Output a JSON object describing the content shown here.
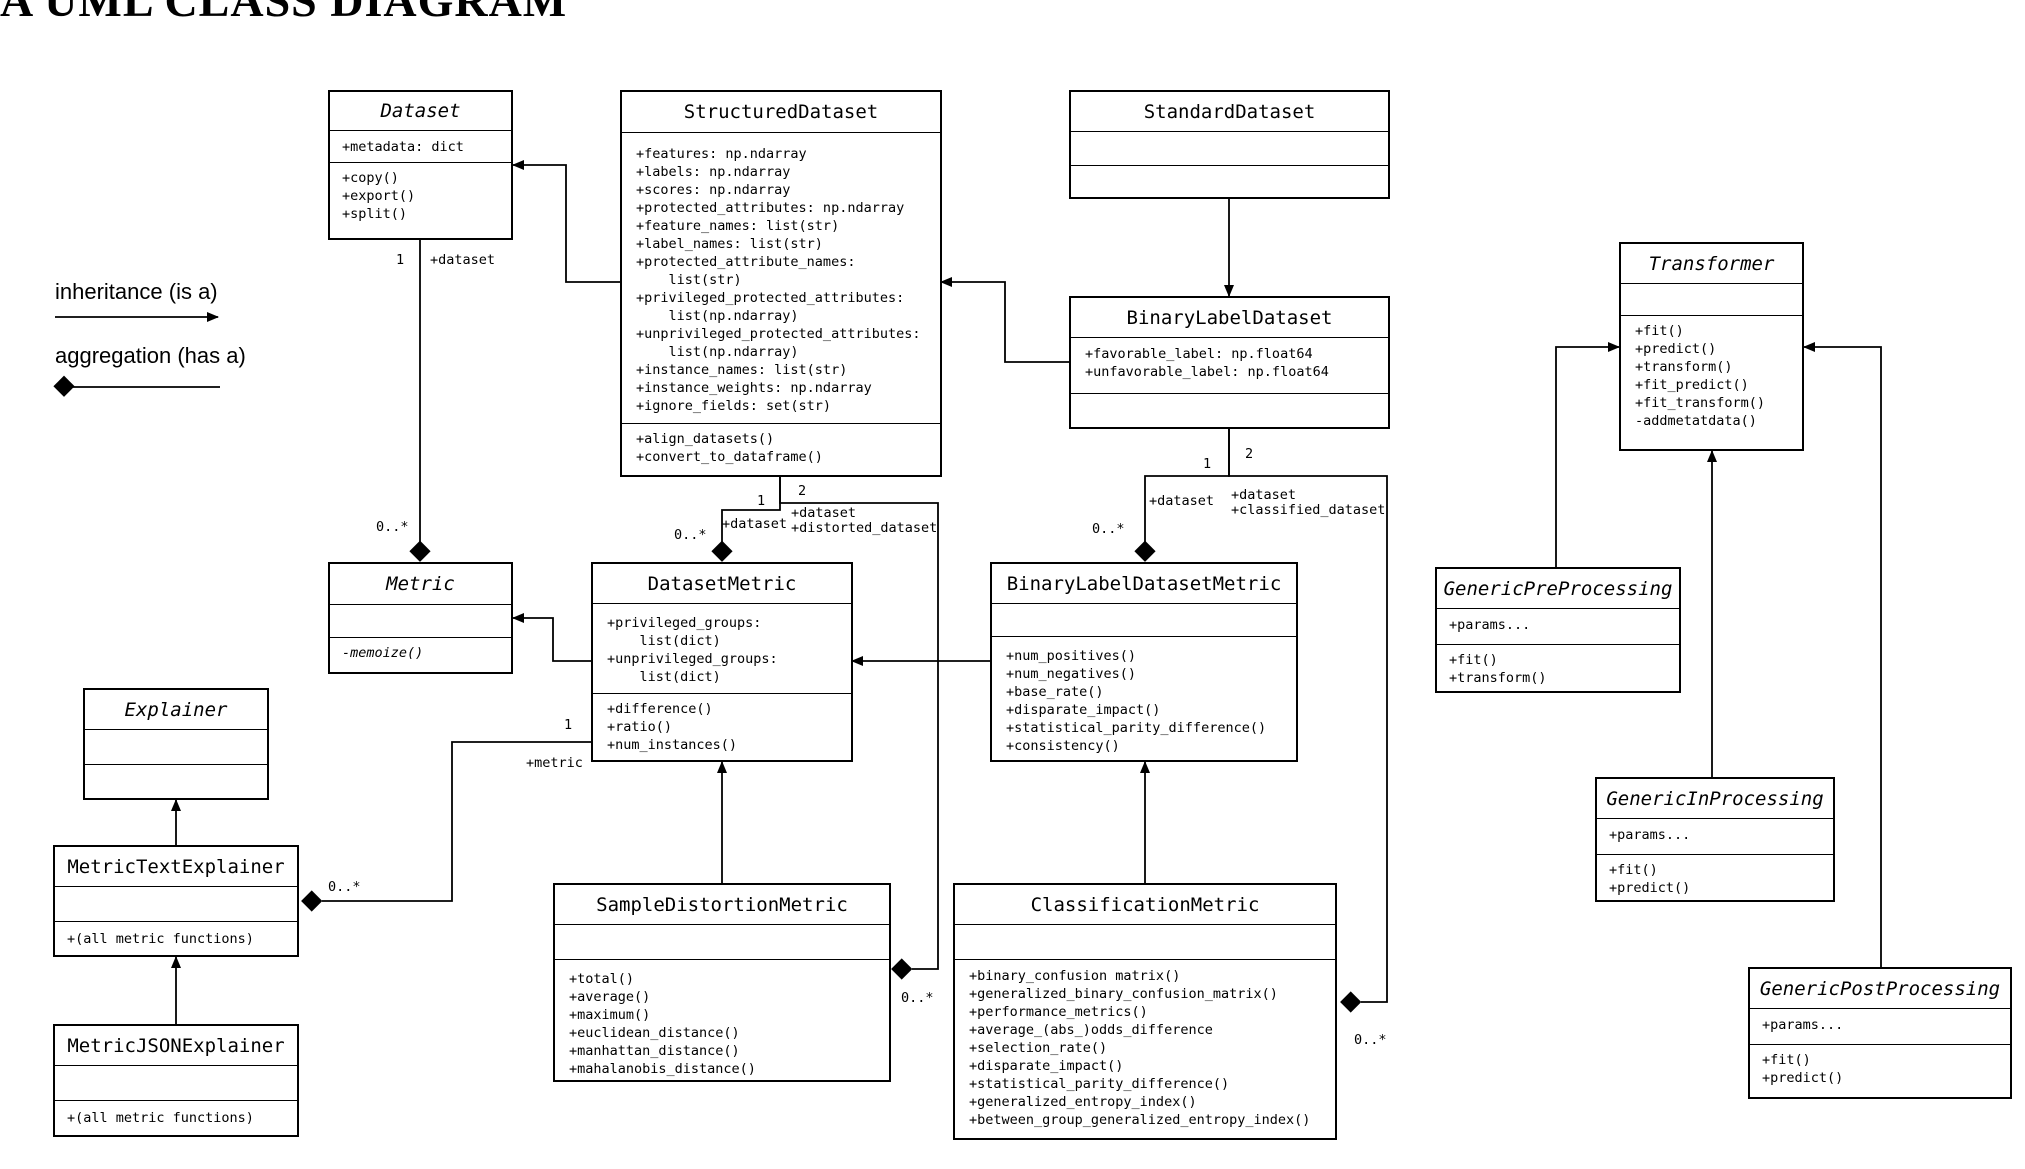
{
  "heading": "A   UML CLASS DIAGRAM",
  "legend": {
    "inheritance": "inheritance (is a)",
    "aggregation": "aggregation (has a)"
  },
  "classes": {
    "dataset": {
      "name": "Dataset",
      "attributes": "+metadata: dict",
      "methods": "+copy()\n+export()\n+split()"
    },
    "structured_dataset": {
      "name": "StructuredDataset",
      "attributes": "+features: np.ndarray\n+labels: np.ndarray\n+scores: np.ndarray\n+protected_attributes: np.ndarray\n+feature_names: list(str)\n+label_names: list(str)\n+protected_attribute_names:\n    list(str)\n+privileged_protected_attributes:\n    list(np.ndarray)\n+unprivileged_protected_attributes:\n    list(np.ndarray)\n+instance_names: list(str)\n+instance_weights: np.ndarray\n+ignore_fields: set(str)",
      "methods": "+align_datasets()\n+convert_to_dataframe()"
    },
    "standard_dataset": {
      "name": "StandardDataset",
      "attributes": "",
      "methods": ""
    },
    "binary_label_dataset": {
      "name": "BinaryLabelDataset",
      "attributes": "+favorable_label: np.float64\n+unfavorable_label: np.float64",
      "methods": ""
    },
    "transformer": {
      "name": "Transformer",
      "attributes": "",
      "methods": "+fit()\n+predict()\n+transform()\n+fit_predict()\n+fit_transform()\n-addmetatdata()"
    },
    "metric": {
      "name": "Metric",
      "attributes": "",
      "methods": "-memoize()"
    },
    "dataset_metric": {
      "name": "DatasetMetric",
      "attributes": "+privileged_groups:\n    list(dict)\n+unprivileged_groups:\n    list(dict)",
      "methods": "+difference()\n+ratio()\n+num_instances()"
    },
    "binary_label_dataset_metric": {
      "name": "BinaryLabelDatasetMetric",
      "attributes": "",
      "methods": "+num_positives()\n+num_negatives()\n+base_rate()\n+disparate_impact()\n+statistical_parity_difference()\n+consistency()"
    },
    "generic_pre_processing": {
      "name": "GenericPreProcessing",
      "attributes": "+params...",
      "methods": "+fit()\n+transform()"
    },
    "generic_in_processing": {
      "name": "GenericInProcessing",
      "attributes": "+params...",
      "methods": "+fit()\n+predict()"
    },
    "generic_post_processing": {
      "name": "GenericPostProcessing",
      "attributes": "+params...",
      "methods": "+fit()\n+predict()"
    },
    "explainer": {
      "name": "Explainer",
      "attributes": "",
      "methods": ""
    },
    "metric_text_explainer": {
      "name": "MetricTextExplainer",
      "attributes": "",
      "methods": "+(all metric functions)"
    },
    "metric_json_explainer": {
      "name": "MetricJSONExplainer",
      "attributes": "",
      "methods": "+(all metric functions)"
    },
    "sample_distortion_metric": {
      "name": "SampleDistortionMetric",
      "attributes": "",
      "methods": "+total()\n+average()\n+maximum()\n+euclidean_distance()\n+manhattan_distance()\n+mahalanobis_distance()"
    },
    "classification_metric": {
      "name": "ClassificationMetric",
      "attributes": "",
      "methods": "+binary_confusion matrix()\n+generalized_binary_confusion_matrix()\n+performance_metrics()\n+average_(abs_)odds_difference\n+selection_rate()\n+disparate_impact()\n+statistical_parity_difference()\n+generalized_entropy_index()\n+between_group_generalized_entropy_index()"
    }
  },
  "labels": {
    "ds_metric_mult_1": "1",
    "ds_metric_role": "+dataset",
    "ds_metric_mult_many": "0..*",
    "sd_dm_mult_1": "1",
    "sd_dm_role": "+dataset",
    "sd_dm_mult_many": "0..*",
    "sd_sdm_mult_2": "2",
    "sd_sdm_roles": "+dataset\n+distorted_dataset",
    "sdm_mult_many": "0..*",
    "bld_blm_mult_1": "1",
    "bld_blm_role": "+dataset",
    "bld_blm_mult_many": "0..*",
    "bld_cm_mult_2": "2",
    "bld_cm_roles": "+dataset\n+classified_dataset",
    "cm_mult_many": "0..*",
    "dm_expl_mult_1": "1",
    "dm_expl_role": "+metric",
    "expl_mult_many": "0..*"
  }
}
